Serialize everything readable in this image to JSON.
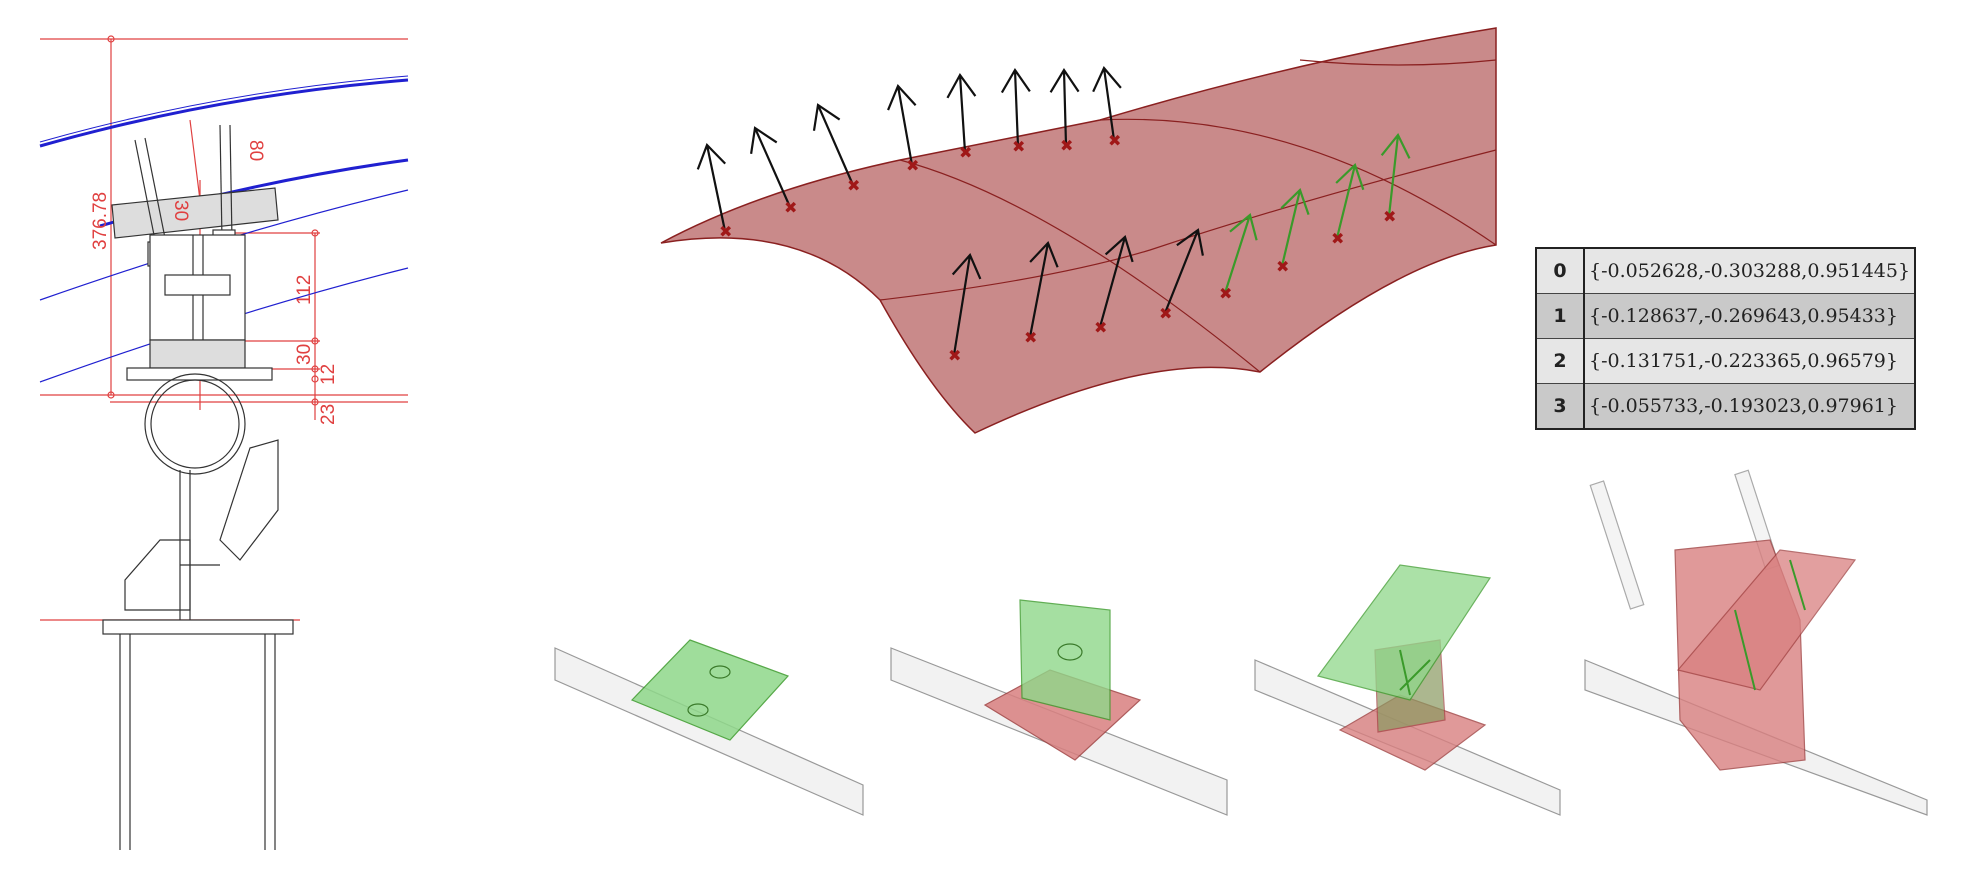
{
  "section_drawing": {
    "dimensions": [
      "376.78",
      "80",
      "30",
      "112",
      "30",
      "12",
      "23"
    ]
  },
  "normal_vectors_table": {
    "rows": [
      {
        "index": "0",
        "vector": "{-0.052628,-0.303288,0.951445}"
      },
      {
        "index": "1",
        "vector": "{-0.128637,-0.269643,0.95433}"
      },
      {
        "index": "2",
        "vector": "{-0.131751,-0.223365,0.96579}"
      },
      {
        "index": "3",
        "vector": "{-0.055733,-0.193023,0.97961}"
      }
    ]
  },
  "colors": {
    "dimension": "#e04040",
    "beam": "#2020d0",
    "surface": "#c98a8a",
    "normal_black": "#111111",
    "normal_green": "#3a9a2a",
    "plate_green": "#7fd07a",
    "plate_red": "#d98080"
  }
}
